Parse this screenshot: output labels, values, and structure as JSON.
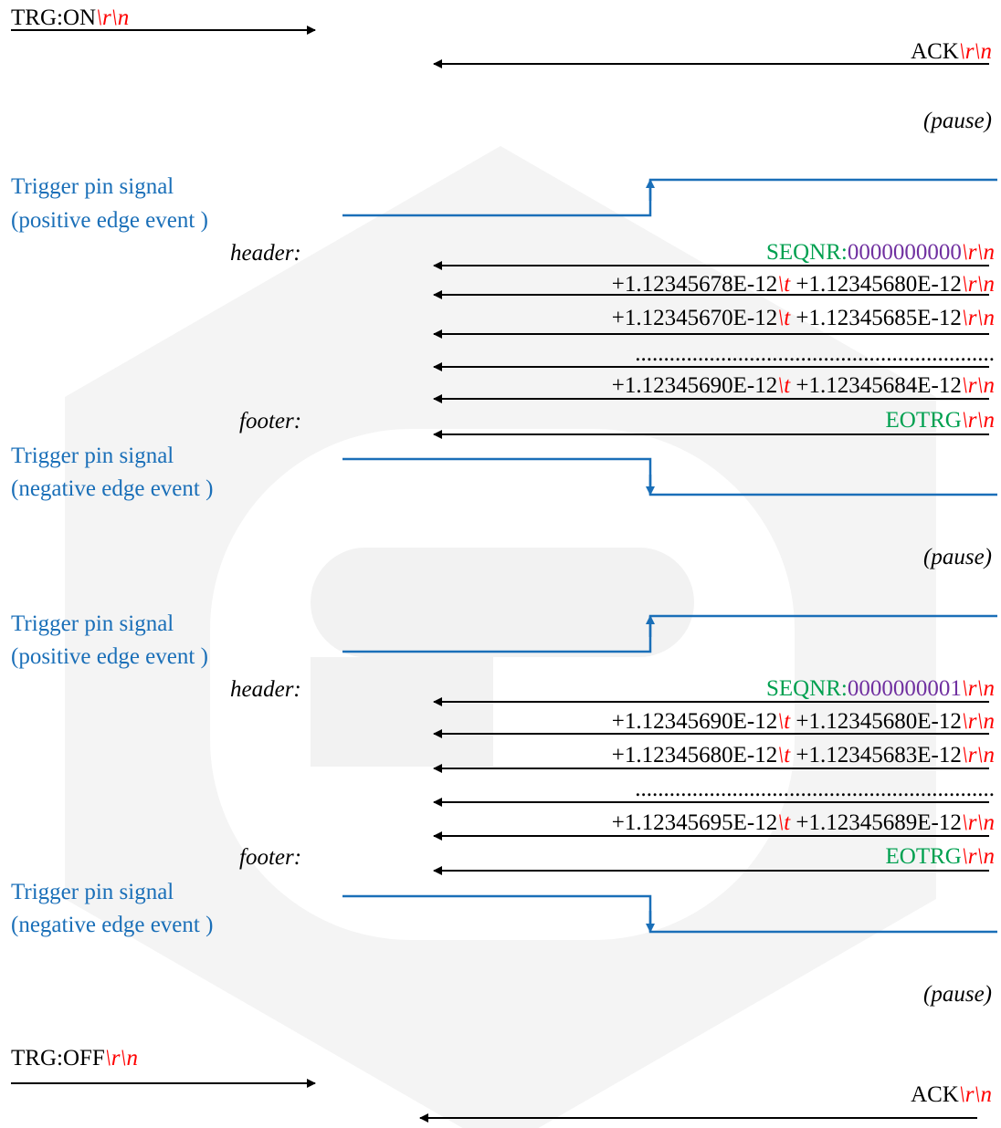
{
  "colors": {
    "signal": "#1a6fb8",
    "green": "#00a050",
    "purple": "#7030a0",
    "red": "#ff0000",
    "arrow": "#000000",
    "watermark": "#f2f2f2"
  },
  "esc": {
    "r": "\\r",
    "n": "\\n",
    "t": "\\t",
    "slash": "\\"
  },
  "cmd_on": "TRG:ON",
  "cmd_off": "TRG:OFF",
  "ack": "ACK",
  "pause": "(pause)",
  "sig_label": "Trigger pin signal",
  "pos_edge": "(positive edge event )",
  "neg_edge": "(negative edge event )",
  "header_lbl": "header:",
  "footer_lbl": "footer:",
  "seq_prefix": "SEQNR:",
  "seq1": "0000000000",
  "seq2": "0000000001",
  "eotrg": "EOTRG",
  "dots": "...............................................................",
  "b1": [
    [
      "+1.12345678E-12",
      "+1.12345680E-12"
    ],
    [
      "+1.12345670E-12",
      "+1.12345685E-12"
    ],
    [
      "+1.12345690E-12",
      "+1.12345684E-12"
    ]
  ],
  "b2": [
    [
      "+1.12345690E-12",
      "+1.12345680E-12"
    ],
    [
      "+1.12345680E-12",
      "+1.12345683E-12"
    ],
    [
      "+1.12345695E-12",
      "+1.12345689E-12"
    ]
  ]
}
